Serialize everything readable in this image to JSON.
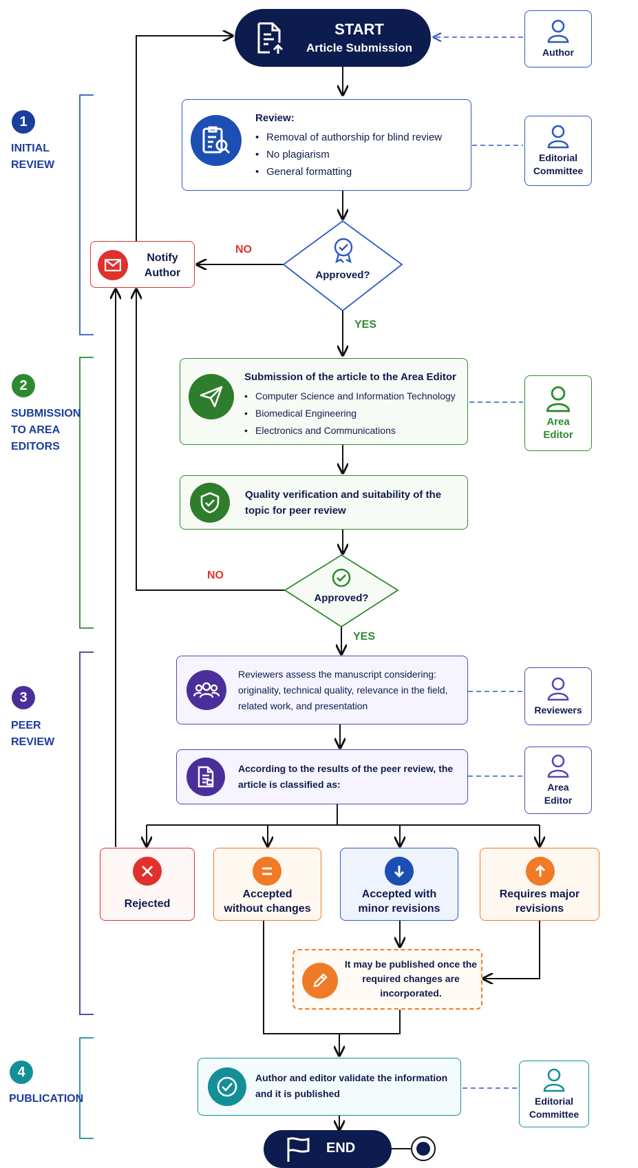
{
  "stages": [
    {
      "num": "1",
      "label": "INITIAL\nREVIEW",
      "color": "#1b3d9c"
    },
    {
      "num": "2",
      "label": "SUBMISSION\nTO AREA\nEDITORS",
      "color": "#2e8a30"
    },
    {
      "num": "3",
      "label": "PEER\nREVIEW",
      "color": "#4a2f9a"
    },
    {
      "num": "4",
      "label": "PUBLICATION",
      "color": "#148f97"
    }
  ],
  "start": {
    "title": "START",
    "subtitle": "Article Submission"
  },
  "end": {
    "label": "END"
  },
  "review": {
    "title": "Review:",
    "items": [
      "Removal of authorship for blind review",
      "No plagiarism",
      "General formatting"
    ]
  },
  "notify": {
    "label": "Notify\nAuthor"
  },
  "decisions": {
    "first": {
      "label": "Approved?"
    },
    "second": {
      "label": "Approved?"
    }
  },
  "edges": {
    "no": "NO",
    "yes": "YES"
  },
  "area_submission": {
    "title": "Submission of the article to the Area Editor",
    "items": [
      "Computer Science and Information Technology",
      "Biomedical Engineering",
      "Electronics and Communications"
    ]
  },
  "quality": {
    "text": "Quality verification and suitability of the topic for peer review"
  },
  "reviewers_assess": {
    "text": "Reviewers assess the manuscript considering: originality, technical quality, relevance in the field, related work, and presentation"
  },
  "classified": {
    "text": "According to the results of the peer review, the article is classified as:"
  },
  "outcomes": [
    {
      "label": "Rejected"
    },
    {
      "label": "Accepted\nwithout changes"
    },
    {
      "label": "Accepted with\nminor revisions"
    },
    {
      "label": "Requires major\nrevisions"
    }
  ],
  "publish_once": {
    "text": "It may be published once the required changes are incorporated."
  },
  "publication": {
    "text": "Author and editor validate the information and it is published"
  },
  "actors": {
    "author": "Author",
    "editorial_1": "Editorial\nCommittee",
    "area_editor_1": "Area\nEditor",
    "reviewers": "Reviewers",
    "area_editor_2": "Area\nEditor",
    "editorial_2": "Editorial\nCommittee"
  },
  "colors": {
    "navy": "#0c1c4f",
    "blue": "#2c59c2",
    "green": "#2e8a30",
    "purple": "#5b43b5",
    "teal": "#148f97",
    "red": "#e0312d",
    "orange": "#f07a26",
    "no_label": "#e0312d",
    "yes_label": "#2e8a30"
  },
  "icons": {
    "start": "document-upload-icon",
    "review": "clipboard-search-icon",
    "notify": "envelope-icon",
    "decision_1": "badge-check-icon",
    "area": "paper-plane-icon",
    "quality": "shield-check-icon",
    "decision_2": "check-circle-icon",
    "reviewers": "people-group-icon",
    "classified": "document-list-icon",
    "rejected": "x-icon",
    "accepted": "equals-icon",
    "minor": "arrow-down-icon",
    "major": "arrow-up-icon",
    "publish_once": "pencil-icon",
    "publication": "check-circle-icon",
    "end": "flag-icon",
    "actor": "person-icon"
  }
}
